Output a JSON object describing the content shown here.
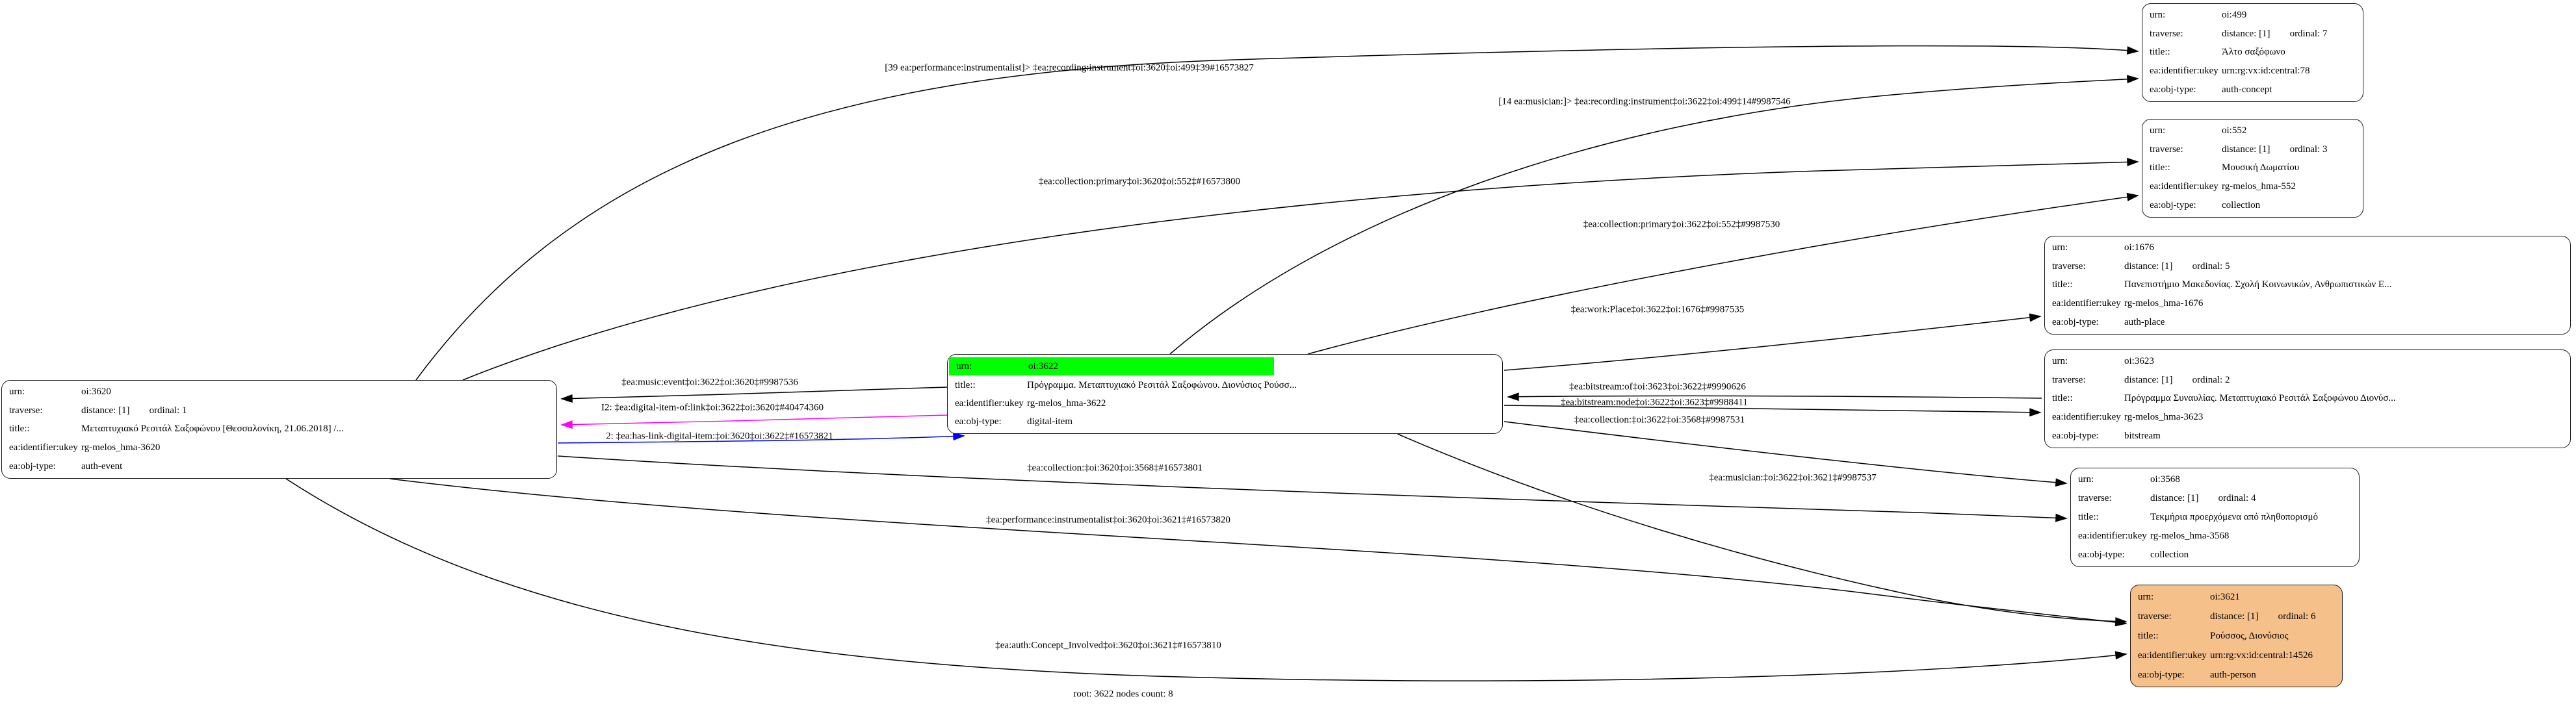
{
  "graph": {
    "root_info": "root: 3622 nodes count: 8"
  },
  "colors": {
    "highlight_green": "#00ff00",
    "person_fill": "#f5c08a",
    "edge_black": "#000000",
    "edge_magenta": "#ff00ff",
    "edge_blue": "#0000ff"
  },
  "field_labels": {
    "urn": "urn:",
    "traverse": "traverse:",
    "title": "title::",
    "ukey": "ea:identifier:ukey",
    "objtype": "ea:obj-type:"
  },
  "nodes": {
    "n3620": {
      "urn": "oi:3620",
      "distance": "distance: [1]",
      "ordinal": "ordinal: 1",
      "title": "Μεταπτυχιακό Ρεσιτάλ Σαξοφώνου [Θεσσαλονίκη, 21.06.2018] /...",
      "ukey": "rg-melos_hma-3620",
      "objtype": "auth-event"
    },
    "n3622": {
      "urn": "oi:3622",
      "title": "Πρόγραμμα. Μεταπτυχιακό Ρεσιτάλ Σαξοφώνου. Διονύσιος Ρούσσ...",
      "ukey": "rg-melos_hma-3622",
      "objtype": "digital-item"
    },
    "n499": {
      "urn": "oi:499",
      "distance": "distance: [1]",
      "ordinal": "ordinal: 7",
      "title": "Άλτο σαξόφωνο",
      "ukey": "urn:rg:vx:id:central:78",
      "objtype": "auth-concept"
    },
    "n552": {
      "urn": "oi:552",
      "distance": "distance: [1]",
      "ordinal": "ordinal: 3",
      "title": "Μουσική Δωματίου",
      "ukey": "rg-melos_hma-552",
      "objtype": "collection"
    },
    "n1676": {
      "urn": "oi:1676",
      "distance": "distance: [1]",
      "ordinal": "ordinal: 5",
      "title": "Πανεπιστήμιο Μακεδονίας. Σχολή Κοινωνικών, Ανθρωπιστικών Ε...",
      "ukey": "rg-melos_hma-1676",
      "objtype": "auth-place"
    },
    "n3623": {
      "urn": "oi:3623",
      "distance": "distance: [1]",
      "ordinal": "ordinal: 2",
      "title": "Πρόγραμμα Συναυλίας. Μεταπτυχιακό Ρεσιτάλ Σαξοφώνου Διονύσ...",
      "ukey": "rg-melos_hma-3623",
      "objtype": "bitstream"
    },
    "n3568": {
      "urn": "oi:3568",
      "distance": "distance: [1]",
      "ordinal": "ordinal: 4",
      "title": "Τεκμήρια προερχόμενα από πληθοπορισμό",
      "ukey": "rg-melos_hma-3568",
      "objtype": "collection"
    },
    "n3621": {
      "urn": "oi:3621",
      "distance": "distance: [1]",
      "ordinal": "ordinal: 6",
      "title": "Ρούσσος, Διονύσιος",
      "ukey": "urn:rg:vx:id:central:14526",
      "objtype": "auth-person"
    }
  },
  "edges": {
    "recording_instrument_39": {
      "label": "[39 ea:performance:instrumentalist]> ‡ea:recording:instrument‡oi:3620‡oi:499‡39#16573827"
    },
    "recording_instrument_14": {
      "label": "[14 ea:musician:]> ‡ea:recording:instrument‡oi:3622‡oi:499‡14#9987546"
    },
    "collection_primary_3620": {
      "label": "‡ea:collection:primary‡oi:3620‡oi:552‡#16573800"
    },
    "collection_primary_3622": {
      "label": "‡ea:collection:primary‡oi:3622‡oi:552‡#9987530"
    },
    "work_place": {
      "label": "‡ea:work:Place‡oi:3622‡oi:1676‡#9987535"
    },
    "music_event": {
      "label": "‡ea:music:event‡oi:3622‡oi:3620‡#9987536"
    },
    "digital_item_of_link": {
      "label": "I2: ‡ea:digital-item-of:link‡oi:3622‡oi:3620‡#40474360"
    },
    "has_link_digital_item": {
      "label": "2: ‡ea:has-link-digital-item:‡oi:3620‡oi:3622‡#16573821"
    },
    "bitstream_of": {
      "label": "‡ea:bitstream:of‡oi:3623‡oi:3622‡#9990626"
    },
    "bitstream_node": {
      "label": "‡ea:bitstream:node‡oi:3622‡oi:3623‡#9988411"
    },
    "collection_3622": {
      "label": "‡ea:collection:‡oi:3622‡oi:3568‡#9987531"
    },
    "collection_3620": {
      "label": "‡ea:collection:‡oi:3620‡oi:3568‡#16573801"
    },
    "musician": {
      "label": "‡ea:musician:‡oi:3622‡oi:3621‡#9987537"
    },
    "performance_instrumentalist": {
      "label": "‡ea:performance:instrumentalist‡oi:3620‡oi:3621‡#16573820"
    },
    "auth_concept_involved": {
      "label": "‡ea:auth:Concept_Involved‡oi:3620‡oi:3621‡#16573810"
    }
  }
}
